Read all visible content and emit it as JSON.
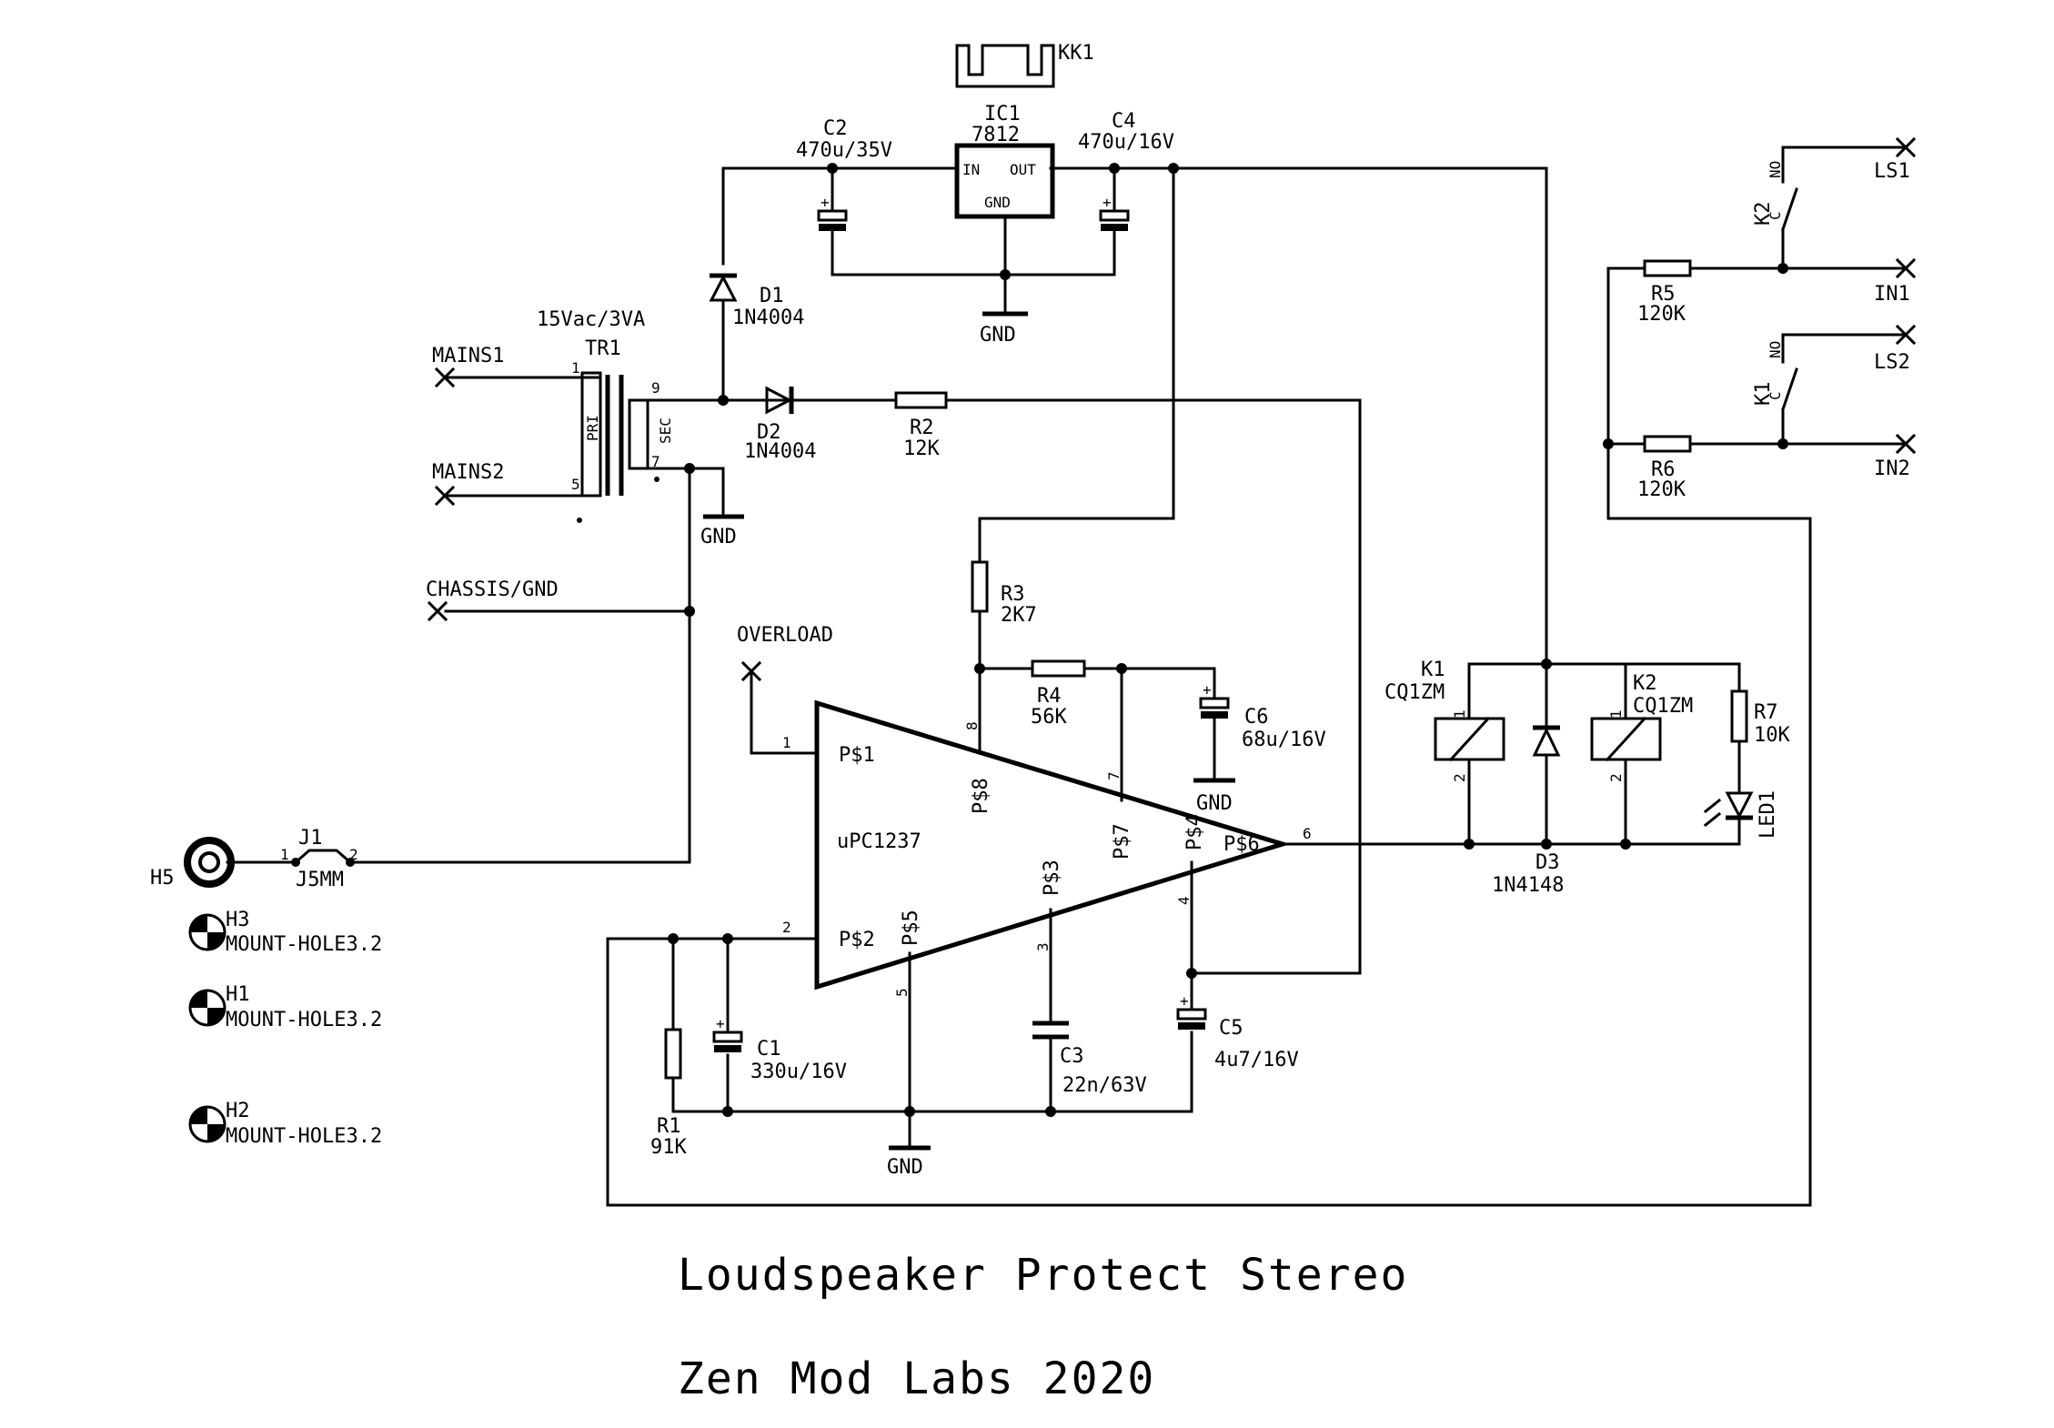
{
  "title": "Loudspeaker Protect Stereo",
  "subtitle": "Zen Mod Labs 2020",
  "heatsink": {
    "ref": "KK1"
  },
  "ic1": {
    "ref": "IC1",
    "value": "7812",
    "pin_in": "IN",
    "pin_out": "OUT",
    "pin_gnd": "GND"
  },
  "c2": {
    "ref": "C2",
    "value": "470u/35V"
  },
  "c4": {
    "ref": "C4",
    "value": "470u/16V"
  },
  "d1": {
    "ref": "D1",
    "value": "1N4004"
  },
  "d2": {
    "ref": "D2",
    "value": "1N4004"
  },
  "r2": {
    "ref": "R2",
    "value": "12K"
  },
  "tr1": {
    "ref": "TR1",
    "value": "15Vac/3VA",
    "pri": "PRI",
    "sec": "SEC",
    "pin1": "1",
    "pin5": "5",
    "pin9": "9",
    "pin7": "7"
  },
  "mains1": "MAINS1",
  "mains2": "MAINS2",
  "chassis_gnd": "CHASSIS/GND",
  "gnd_label": "GND",
  "overload": "OVERLOAD",
  "r3": {
    "ref": "R3",
    "value": "2K7"
  },
  "r4": {
    "ref": "R4",
    "value": "56K"
  },
  "c6": {
    "ref": "C6",
    "value": "68u/16V"
  },
  "u1": {
    "part": "uPC1237",
    "pins": [
      "P$1",
      "P$2",
      "P$3",
      "P$4",
      "P$5",
      "P$6",
      "P$7",
      "P$8"
    ],
    "pin_numbers": [
      "1",
      "2",
      "3",
      "4",
      "5",
      "6",
      "7",
      "8"
    ]
  },
  "r1": {
    "ref": "R1",
    "value": "91K"
  },
  "c1": {
    "ref": "C1",
    "value": "330u/16V"
  },
  "c3": {
    "ref": "C3",
    "value": "22n/63V"
  },
  "c5": {
    "ref": "C5",
    "value": "4u7/16V"
  },
  "j1": {
    "ref": "J1",
    "value": "J5MM",
    "pin1": "1",
    "pin2": "2"
  },
  "h5": "H5",
  "mount_holes": [
    {
      "ref": "H3",
      "value": "MOUNT-HOLE3.2"
    },
    {
      "ref": "H1",
      "value": "MOUNT-HOLE3.2"
    },
    {
      "ref": "H2",
      "value": "MOUNT-HOLE3.2"
    }
  ],
  "k1": {
    "ref": "K1",
    "value": "CQ1ZM",
    "contact_no": "NO",
    "contact_c": "C",
    "pin1": "1",
    "pin2": "2"
  },
  "k2": {
    "ref": "K2",
    "value": "CQ1ZM",
    "contact_no": "NO",
    "contact_c": "C",
    "pin1": "1",
    "pin2": "2"
  },
  "d3": {
    "ref": "D3",
    "value": "1N4148"
  },
  "r7": {
    "ref": "R7",
    "value": "10K"
  },
  "led1": {
    "ref": "LED1"
  },
  "r5": {
    "ref": "R5",
    "value": "120K"
  },
  "r6": {
    "ref": "R6",
    "value": "120K"
  },
  "connectors": {
    "ls1": "LS1",
    "in1": "IN1",
    "ls2": "LS2",
    "in2": "IN2"
  }
}
